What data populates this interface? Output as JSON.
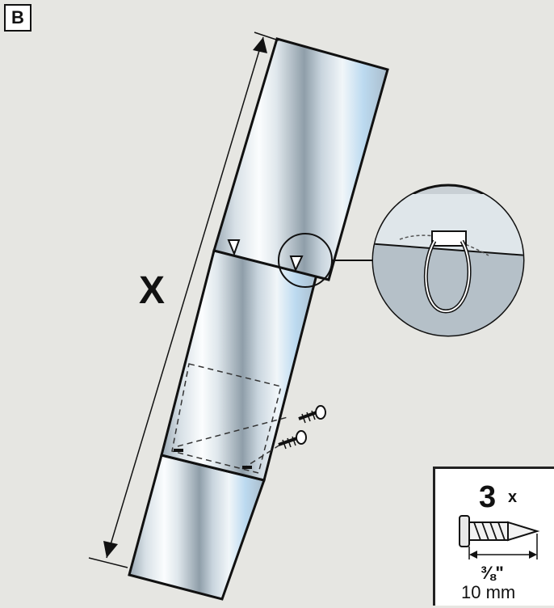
{
  "step": {
    "label": "B"
  },
  "dimension": {
    "label": "X"
  },
  "hardware": {
    "quantity": "3",
    "multiplier": "x",
    "length_imperial": "⅜\"",
    "length_metric": "10 mm"
  },
  "colors": {
    "background": "#e6e6e2",
    "outline": "#111111",
    "tube_highlight": "#f4f8fb",
    "tube_mid": "#b7c6d1",
    "tube_dark": "#7f8f9b",
    "tube_blue": "#bcdaf0"
  }
}
